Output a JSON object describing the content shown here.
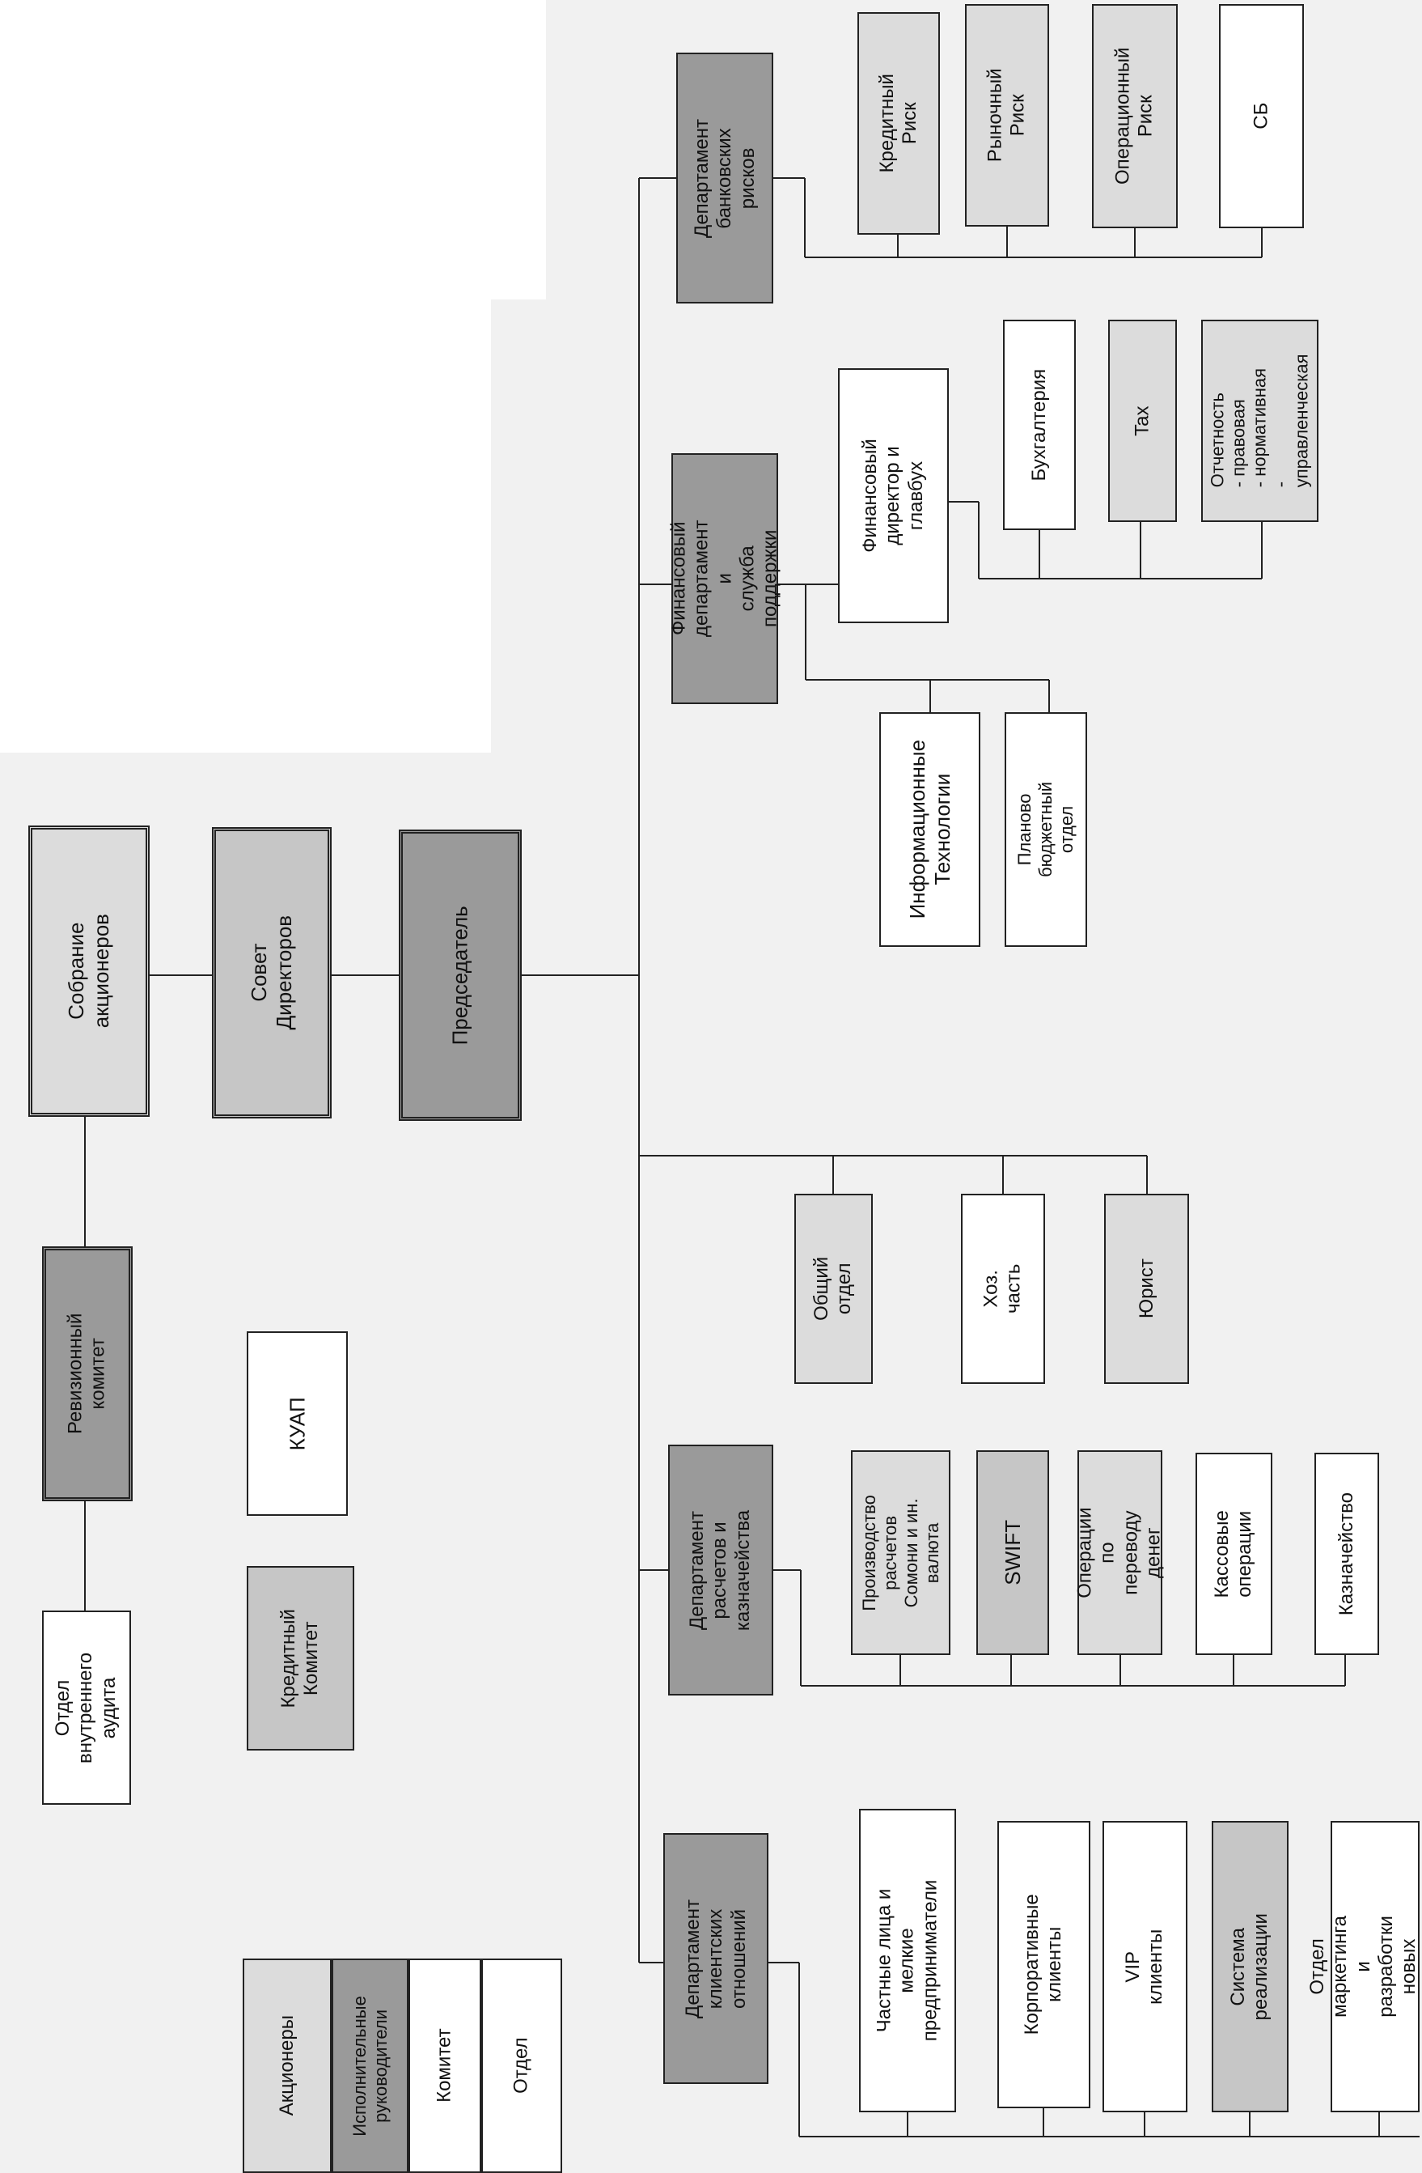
{
  "top": {
    "shareholders_meeting": "Собрание акционеров",
    "board_of_directors": "Совет Директоров",
    "chairman": "Председатель",
    "audit_committee": "Ревизионный\nкомитет",
    "internal_audit": "Отдел\nвнутреннего\nаудита",
    "kuap": "КУАП",
    "credit_committee": "Кредитный\nКомитет"
  },
  "legend": {
    "shareholders": "Акционеры",
    "executives": "Исполнительные\nруководители",
    "committee": "Комитет",
    "department": "Отдел"
  },
  "departments": {
    "client_relations": {
      "title": "Департамент\nклиентских\nотношений",
      "units": [
        "Частные лица и\nмелкие\nпредприниматели",
        "Корпоративные\nклиенты",
        "VIP клиенты",
        "Система\nреализации",
        "Отдел маркетинга и\nразработки новых\nпродуктов"
      ]
    },
    "settlements_treasury": {
      "title": "Департамент\nрасчетов и\nказначейства",
      "units": [
        "Производство\nрасчетов\nСомони и ин.\nвалюта",
        "SWIFT",
        "Операции по\nпереводу денег",
        "Кассовые\nоперации",
        "Казначейство"
      ]
    },
    "admin_units": [
      "Общий отдел",
      "Хоз. часть",
      "Юрист"
    ],
    "finance_support": {
      "title": "Финансовый\nдепартамент и\nслужба поддержки",
      "cfo": "Финансовый\nдиректор и главбух",
      "cfo_units": [
        "Бухгалтерия",
        "Tax",
        "Отчетность\n- правовая\n- нормативная\n- управленческая"
      ],
      "it": "Информационные\nТехнологии",
      "budget": "Планово бюджетный\nотдел"
    },
    "bank_risks": {
      "title": "Департамент\nбанковских рисков",
      "units": [
        "Кредитный Риск",
        "Рыночный Риск",
        "Операционный\nРиск",
        "СБ"
      ]
    }
  }
}
